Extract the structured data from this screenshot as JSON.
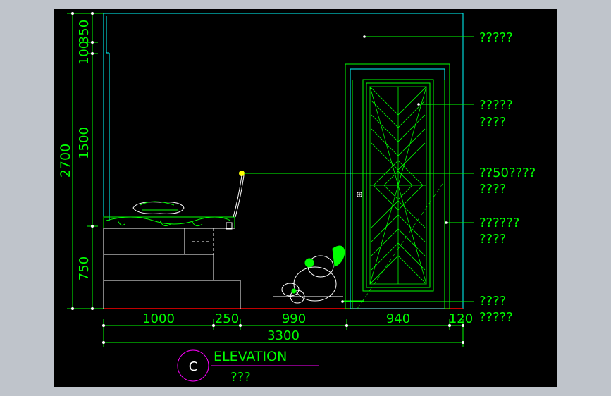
{
  "colors": {
    "background": "#000000",
    "frame": "#bfc4cb",
    "cyan": "#00ffff",
    "green": "#00ff00",
    "white": "#ffffff",
    "magenta": "#ff00ff",
    "red": "#ff0000",
    "yellow": "#ffff00"
  },
  "vertical_dims": {
    "left": {
      "total": "2700"
    },
    "right": {
      "top": "100",
      "top2": "350",
      "middle": "1500",
      "bottom": "750"
    }
  },
  "horizontal_dims": {
    "segments": [
      "1000",
      "250",
      "990",
      "940",
      "120"
    ],
    "total": "3300"
  },
  "callouts": [
    {
      "line1": "?????",
      "line2": ""
    },
    {
      "line1": "?????",
      "line2": "????"
    },
    {
      "line1": "??50????",
      "line2": "????"
    },
    {
      "line1": "??????",
      "line2": "????"
    },
    {
      "line1": "????",
      "line2": "?????"
    }
  ],
  "title": {
    "marker": "C",
    "name": "ELEVATION",
    "subtitle": "???"
  }
}
